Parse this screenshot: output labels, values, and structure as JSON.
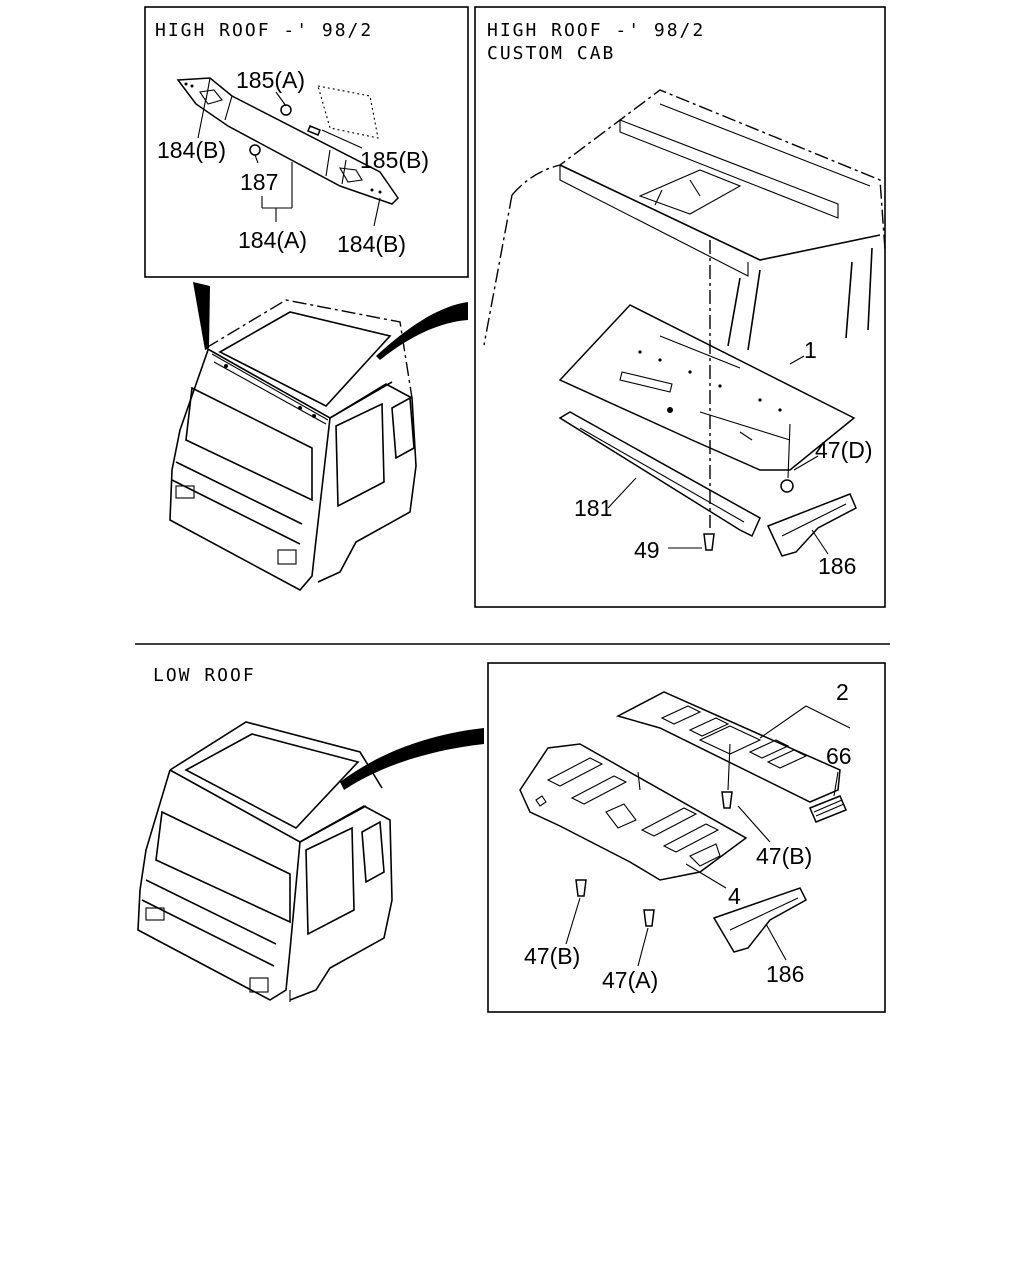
{
  "panels": {
    "hr_inset": {
      "title": "HIGH ROOF  -' 98/2"
    },
    "hr_custom": {
      "title_line1": "HIGH ROOF  -' 98/2",
      "title_line2": "CUSTOM CAB"
    },
    "low_roof": {
      "title": "LOW ROOF"
    }
  },
  "callouts": {
    "c185a": "185(A)",
    "c184b_top": "184(B)",
    "c185b": "185(B)",
    "c187": "187",
    "c184a": "184(A)",
    "c184b_bottom": "184(B)",
    "c1": "1",
    "c47d": "47(D)",
    "c181": "181",
    "c49": "49",
    "c186_top": "186",
    "c2": "2",
    "c66": "66",
    "c47b_right": "47(B)",
    "c4": "4",
    "c47b_left": "47(B)",
    "c47a": "47(A)",
    "c186_bottom": "186"
  }
}
